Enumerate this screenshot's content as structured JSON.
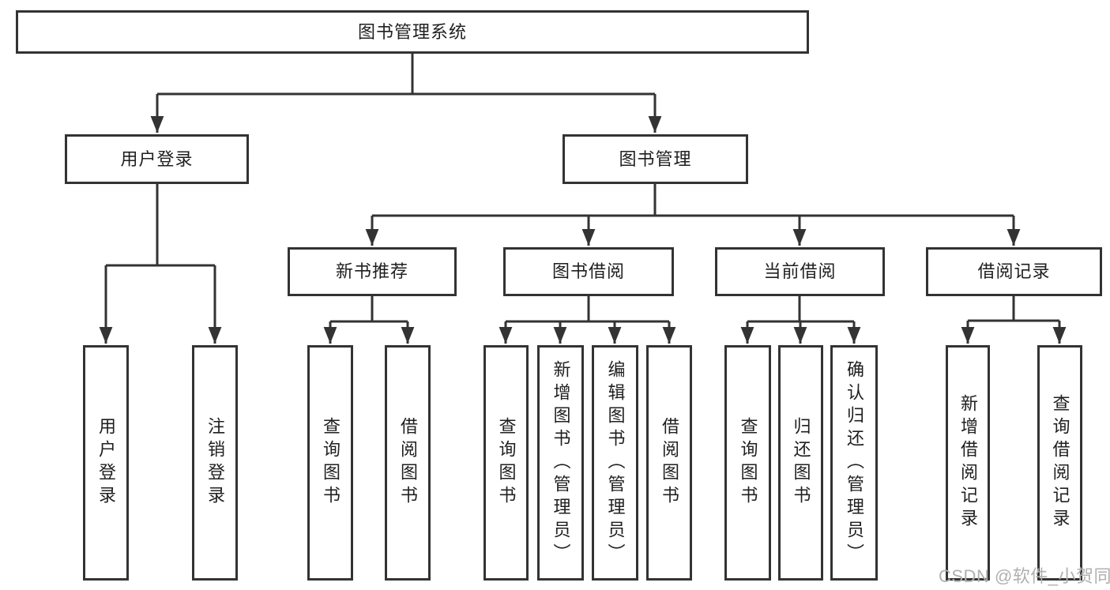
{
  "diagram": {
    "title": "图书管理系统",
    "watermark": "CSDN @软件_小贺同学",
    "colors": {
      "line": "#333333",
      "box_border": "#333333",
      "box_fill": "#ffffff",
      "text": "#1f1f1f",
      "watermark": "#b0b0b0"
    },
    "nodes": {
      "user_login": "用户登录",
      "book_management": "图书管理",
      "new_book_recommend": "新书推荐",
      "book_borrow": "图书借阅",
      "current_borrow": "当前借阅",
      "borrow_records": "借阅记录"
    },
    "leaves": {
      "user_login_login": "用户登录",
      "user_login_logout": "注销登录",
      "newbook_query": "查询图书",
      "newbook_borrow": "借阅图书",
      "borrow_query": "查询图书",
      "borrow_add_admin": "新增图书（管理员）",
      "borrow_edit_admin": "编辑图书（管理员）",
      "borrow_borrow": "借阅图书",
      "current_query": "查询图书",
      "current_return": "归还图书",
      "current_confirm_admin": "确认归还（管理员）",
      "records_add": "新增借阅记录",
      "records_query": "查询借阅记录"
    }
  }
}
